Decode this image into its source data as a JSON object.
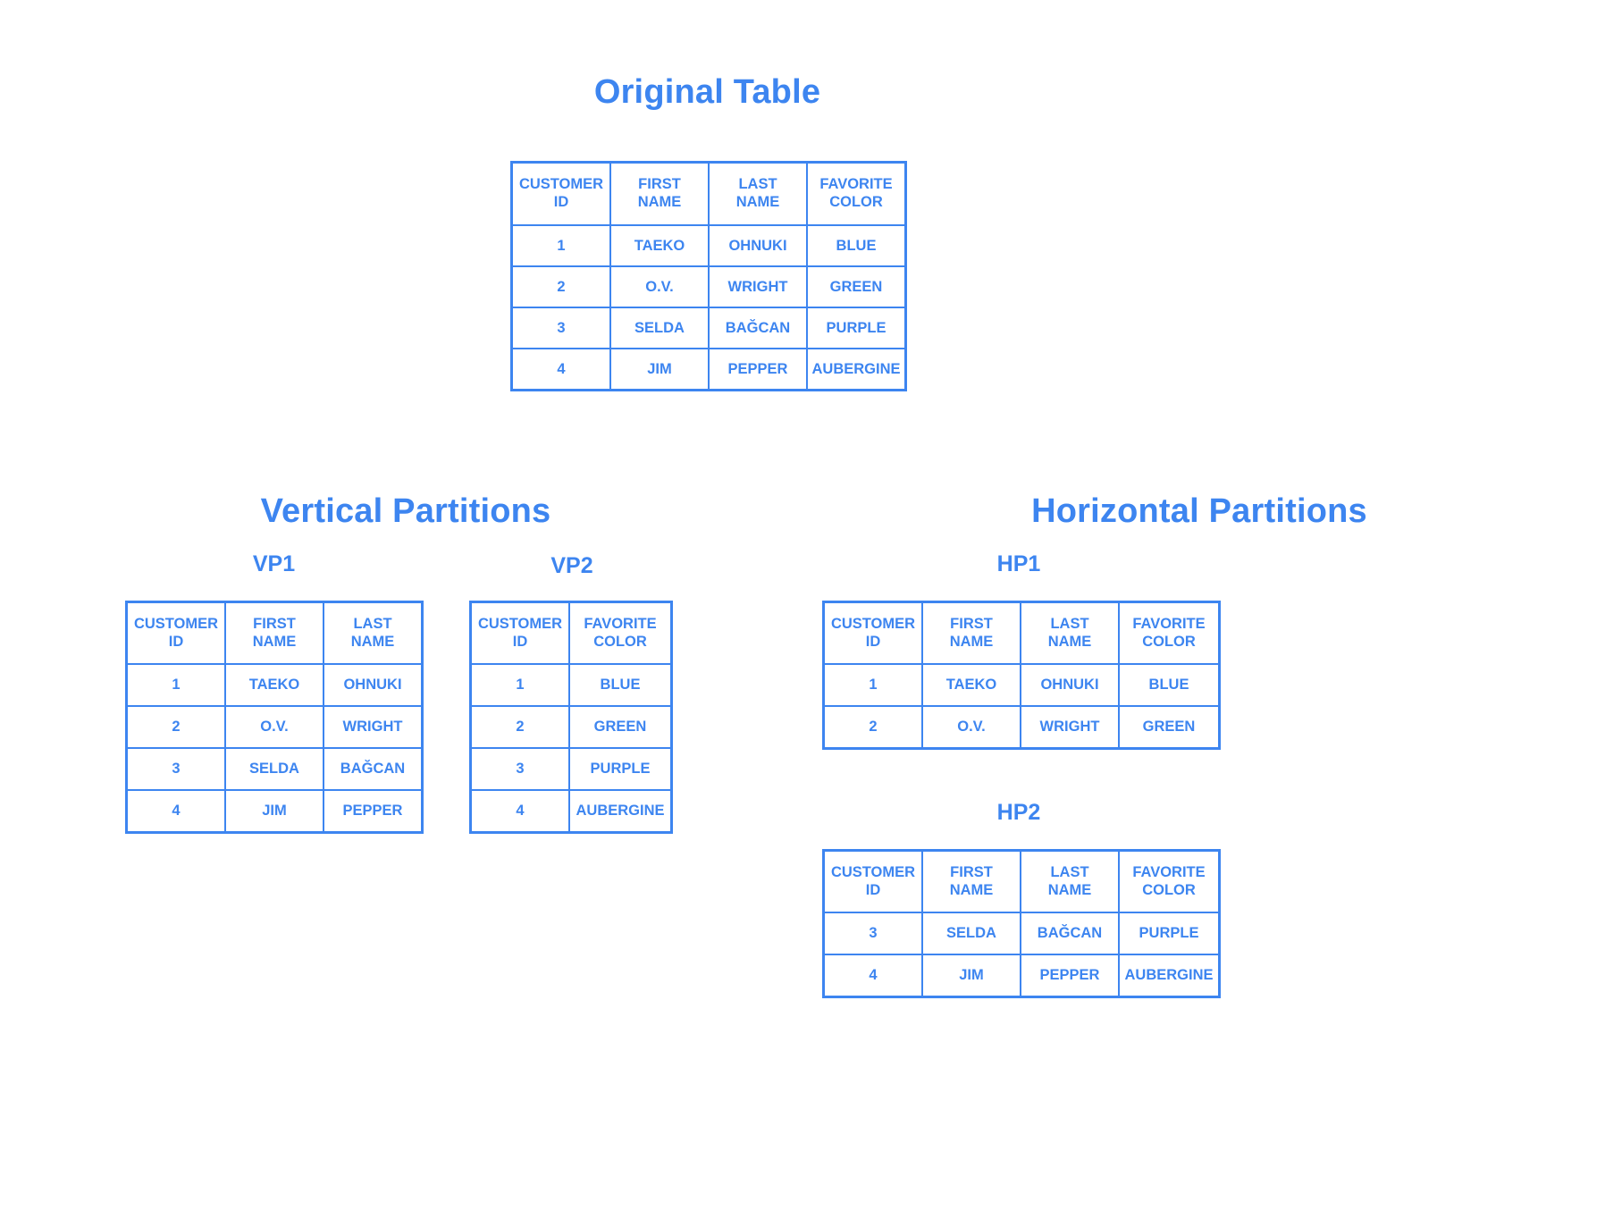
{
  "accent_color": "#3d85f0",
  "background_color": "#ffffff",
  "sections": {
    "original": {
      "title": "Original Table"
    },
    "vertical": {
      "title": "Vertical Partitions",
      "vp1_label": "VP1",
      "vp2_label": "VP2"
    },
    "horizontal": {
      "title": "Horizontal Partitions",
      "hp1_label": "HP1",
      "hp2_label": "HP2"
    }
  },
  "tables": {
    "original": {
      "headers": [
        "CUSTOMER\nID",
        "FIRST\nNAME",
        "LAST\nNAME",
        "FAVORITE\nCOLOR"
      ],
      "header_lines": [
        [
          "CUSTOMER",
          "ID"
        ],
        [
          "FIRST",
          "NAME"
        ],
        [
          "LAST",
          "NAME"
        ],
        [
          "FAVORITE",
          "COLOR"
        ]
      ],
      "rows": [
        [
          "1",
          "TAEKO",
          "OHNUKI",
          "BLUE"
        ],
        [
          "2",
          "O.V.",
          "WRIGHT",
          "GREEN"
        ],
        [
          "3",
          "SELDA",
          "BAĞCAN",
          "PURPLE"
        ],
        [
          "4",
          "JIM",
          "PEPPER",
          "AUBERGINE"
        ]
      ]
    },
    "vp1": {
      "header_lines": [
        [
          "CUSTOMER",
          "ID"
        ],
        [
          "FIRST",
          "NAME"
        ],
        [
          "LAST",
          "NAME"
        ]
      ],
      "rows": [
        [
          "1",
          "TAEKO",
          "OHNUKI"
        ],
        [
          "2",
          "O.V.",
          "WRIGHT"
        ],
        [
          "3",
          "SELDA",
          "BAĞCAN"
        ],
        [
          "4",
          "JIM",
          "PEPPER"
        ]
      ]
    },
    "vp2": {
      "header_lines": [
        [
          "CUSTOMER",
          "ID"
        ],
        [
          "FAVORITE",
          "COLOR"
        ]
      ],
      "rows": [
        [
          "1",
          "BLUE"
        ],
        [
          "2",
          "GREEN"
        ],
        [
          "3",
          "PURPLE"
        ],
        [
          "4",
          "AUBERGINE"
        ]
      ]
    },
    "hp1": {
      "header_lines": [
        [
          "CUSTOMER",
          "ID"
        ],
        [
          "FIRST",
          "NAME"
        ],
        [
          "LAST",
          "NAME"
        ],
        [
          "FAVORITE",
          "COLOR"
        ]
      ],
      "rows": [
        [
          "1",
          "TAEKO",
          "OHNUKI",
          "BLUE"
        ],
        [
          "2",
          "O.V.",
          "WRIGHT",
          "GREEN"
        ]
      ]
    },
    "hp2": {
      "header_lines": [
        [
          "CUSTOMER",
          "ID"
        ],
        [
          "FIRST",
          "NAME"
        ],
        [
          "LAST",
          "NAME"
        ],
        [
          "FAVORITE",
          "COLOR"
        ]
      ],
      "rows": [
        [
          "3",
          "SELDA",
          "BAĞCAN",
          "PURPLE"
        ],
        [
          "4",
          "JIM",
          "PEPPER",
          "AUBERGINE"
        ]
      ]
    }
  }
}
